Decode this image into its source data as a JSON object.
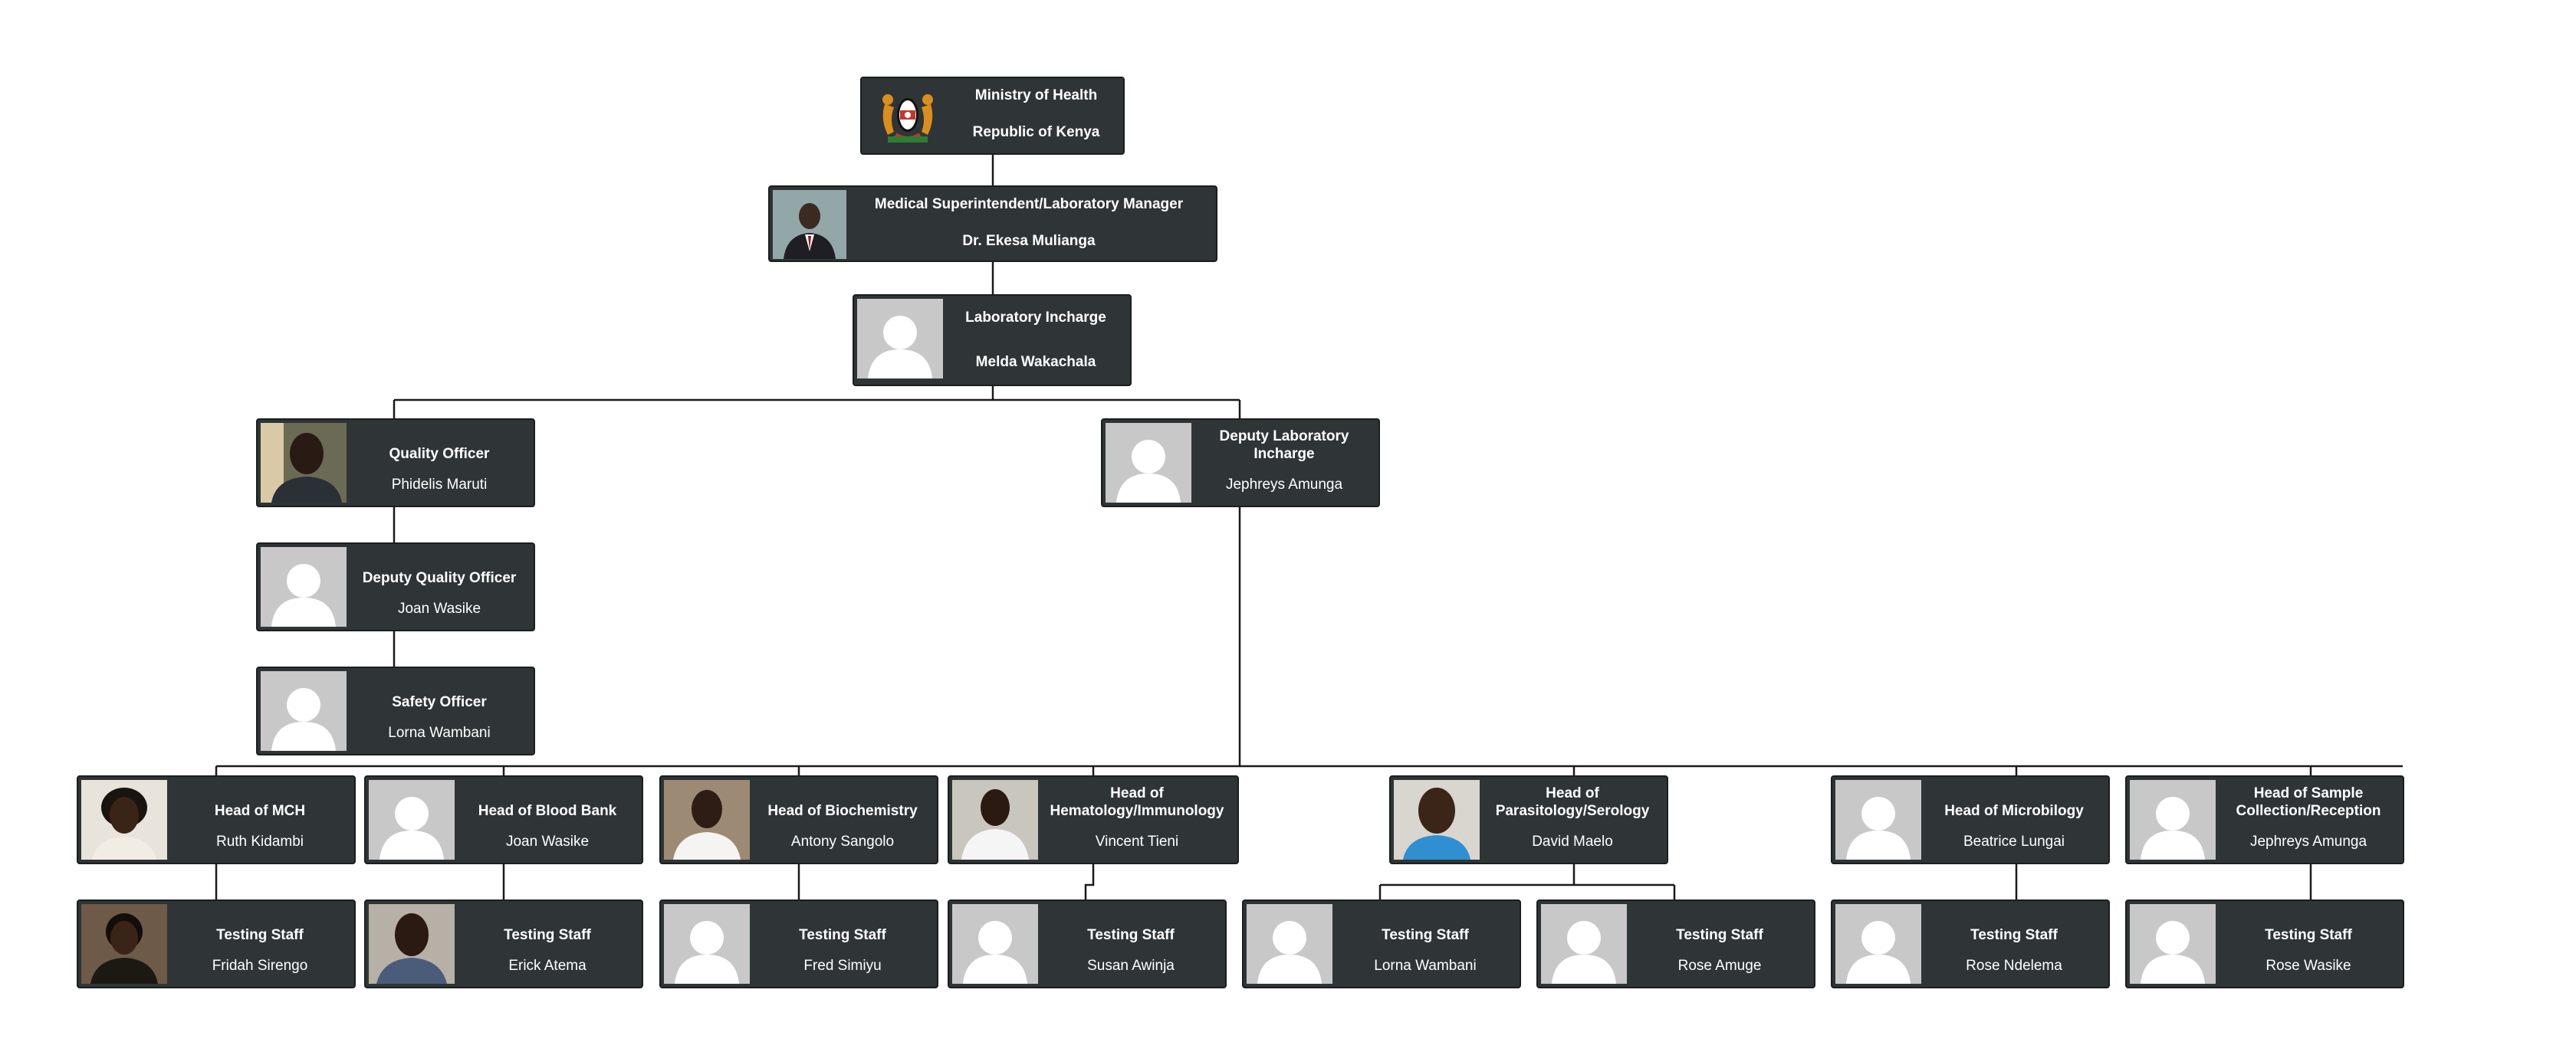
{
  "colors": {
    "node_bg": "#2f3536",
    "line": "#1a1a1a",
    "photo_bg": "#c8c8c8",
    "text": "#ffffff"
  },
  "nodes": {
    "moh": {
      "title": "Ministry of Health",
      "name": "Republic of Kenya",
      "icon": "kenya-coat-of-arms"
    },
    "med_sup": {
      "title": "Medical Superintendent/Laboratory Manager",
      "name": "Dr. Ekesa Mulianga",
      "icon": "person-photo"
    },
    "lab_inc": {
      "title": "Laboratory Incharge",
      "name": "Melda Wakachala",
      "icon": "avatar-placeholder"
    },
    "quality": {
      "title": "Quality Officer",
      "name": "Phidelis Maruti",
      "icon": "person-photo"
    },
    "deputy_lab": {
      "title": "Deputy Laboratory Incharge",
      "name": "Jephreys Amunga",
      "icon": "avatar-placeholder"
    },
    "deputy_q": {
      "title": "Deputy Quality Officer",
      "name": "Joan Wasike",
      "icon": "avatar-placeholder"
    },
    "safety": {
      "title": "Safety Officer",
      "name": "Lorna Wambani",
      "icon": "avatar-placeholder"
    },
    "mch": {
      "title": "Head of MCH",
      "name": "Ruth Kidambi",
      "icon": "person-photo"
    },
    "blood": {
      "title": "Head of Blood Bank",
      "name": "Joan Wasike",
      "icon": "avatar-placeholder"
    },
    "biochem": {
      "title": "Head of Biochemistry",
      "name": "Antony Sangolo",
      "icon": "person-photo"
    },
    "hema": {
      "title": "Head of Hematology/Immunology",
      "name": "Vincent Tieni",
      "icon": "person-photo"
    },
    "para": {
      "title": "Head of Parasitology/Serology",
      "name": "David Maelo",
      "icon": "person-photo"
    },
    "micro": {
      "title": "Head of Microbilogy",
      "name": "Beatrice Lungai",
      "icon": "avatar-placeholder"
    },
    "sample": {
      "title": "Head of Sample Collection/Reception",
      "name": "Jephreys Amunga",
      "icon": "avatar-placeholder"
    },
    "ts1": {
      "title": "Testing Staff",
      "name": "Fridah Sirengo",
      "icon": "person-photo"
    },
    "ts2": {
      "title": "Testing Staff",
      "name": "Erick Atema",
      "icon": "person-photo"
    },
    "ts3": {
      "title": "Testing Staff",
      "name": "Fred Simiyu",
      "icon": "avatar-placeholder"
    },
    "ts4": {
      "title": "Testing Staff",
      "name": "Susan Awinja",
      "icon": "avatar-placeholder"
    },
    "ts5": {
      "title": "Testing Staff",
      "name": "Lorna Wambani",
      "icon": "avatar-placeholder"
    },
    "ts6": {
      "title": "Testing Staff",
      "name": "Rose Amuge",
      "icon": "avatar-placeholder"
    },
    "ts7": {
      "title": "Testing Staff",
      "name": "Rose Ndelema",
      "icon": "avatar-placeholder"
    },
    "ts8": {
      "title": "Testing Staff",
      "name": "Rose Wasike",
      "icon": "avatar-placeholder"
    }
  }
}
